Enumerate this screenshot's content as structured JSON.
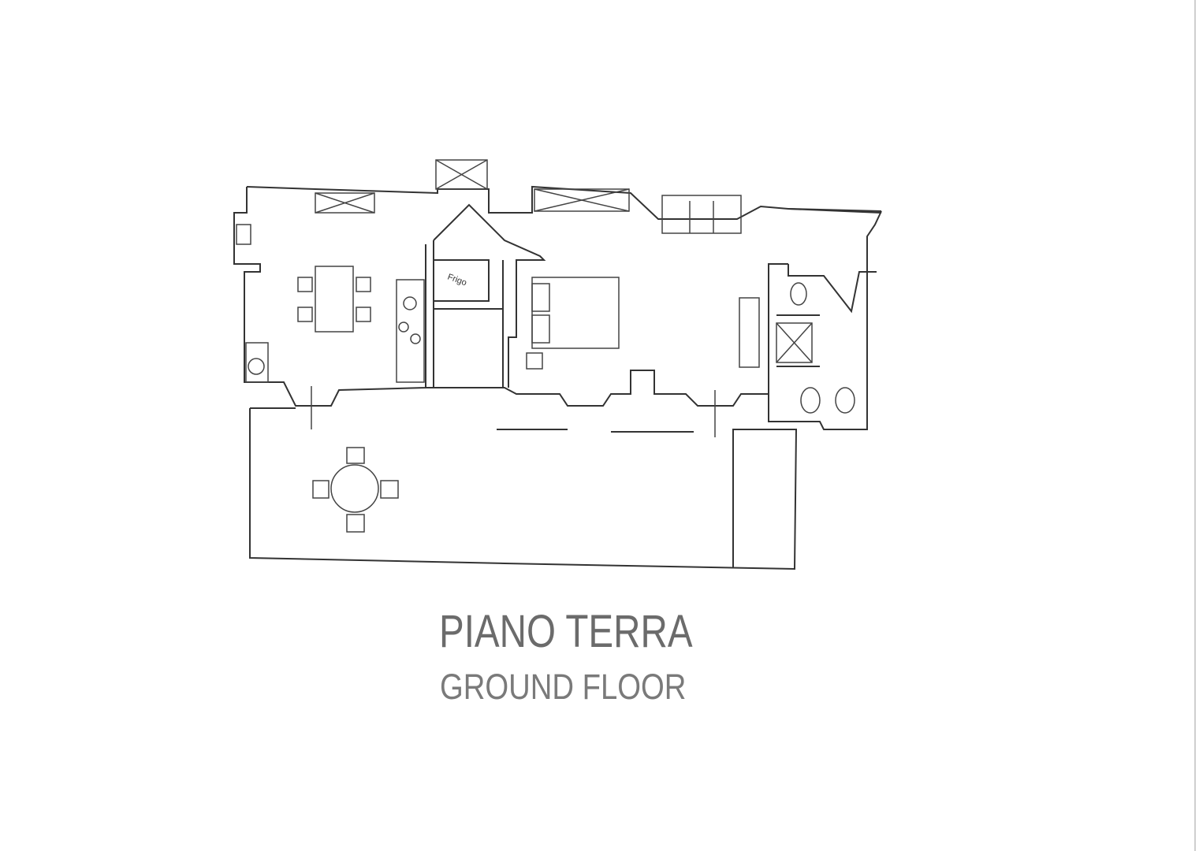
{
  "title": "PIANO TERRA",
  "subtitle": "GROUND FLOOR",
  "room_labels": {
    "fridge": "Frigo"
  }
}
